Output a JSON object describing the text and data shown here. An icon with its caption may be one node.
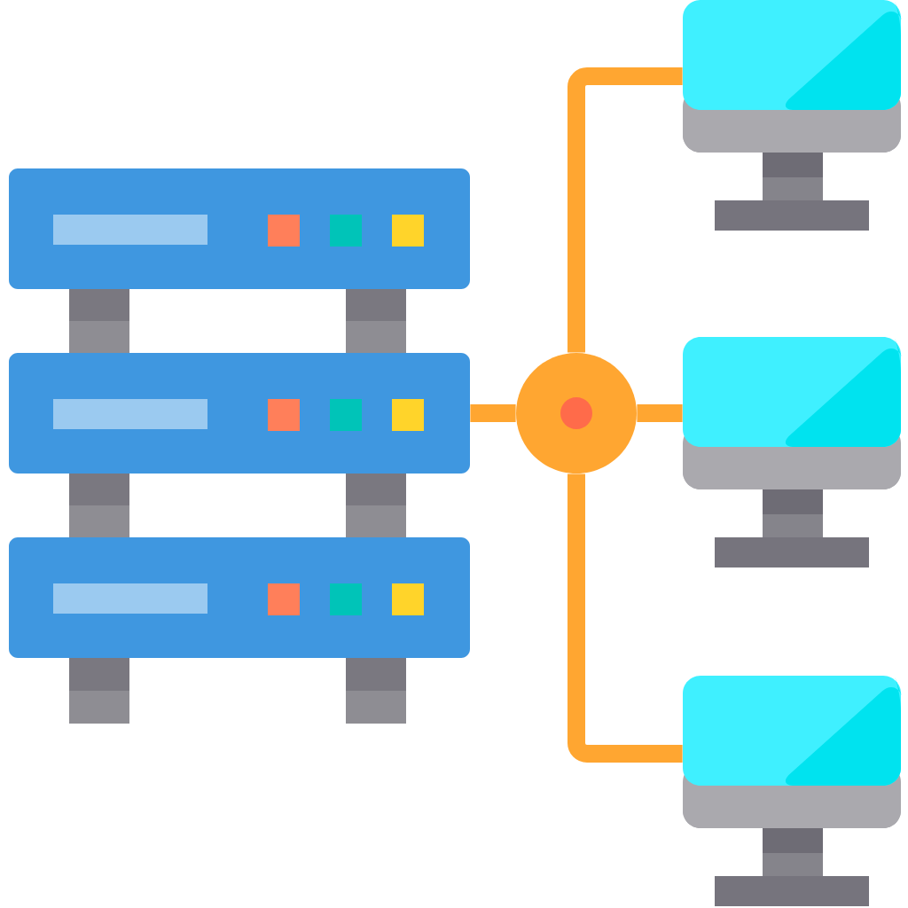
{
  "diagram": {
    "nodes": [
      {
        "text": [],
        "shape": "server"
      },
      {
        "text": [],
        "shape": "circle"
      },
      {
        "text": [],
        "shape": "monitor"
      },
      {
        "text": [],
        "shape": "monitor"
      },
      {
        "text": [],
        "shape": "monitor"
      }
    ],
    "edges": [
      {
        "from": 0,
        "to": 1,
        "arrow": "none"
      },
      {
        "from": 1,
        "to": 2,
        "arrow": "none"
      },
      {
        "from": 1,
        "to": 3,
        "arrow": "none"
      },
      {
        "from": 1,
        "to": 4,
        "arrow": "none"
      }
    ]
  }
}
